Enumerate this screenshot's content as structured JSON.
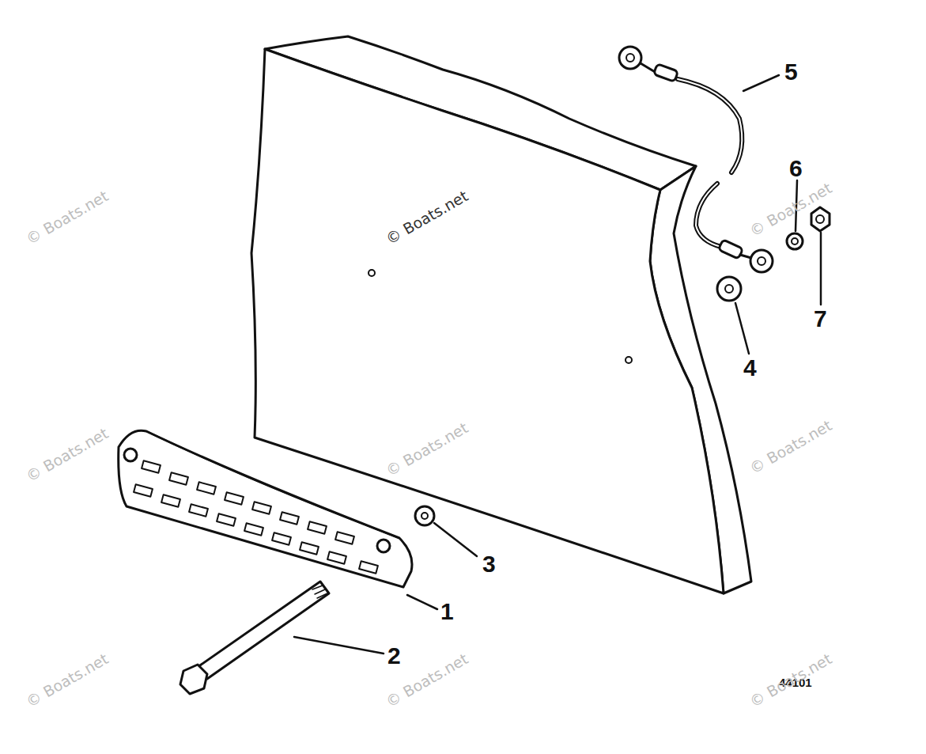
{
  "diagram": {
    "labels": [
      "5",
      "6",
      "7",
      "4",
      "3",
      "1",
      "2",
      "44101",
      "© Boats.net",
      "© Boats.net",
      "© Boats.net",
      "© Boats.net",
      "© Boats.net",
      "© Boats.net",
      "© Boats.net",
      "© Boats.net",
      "© Boats.net"
    ]
  }
}
